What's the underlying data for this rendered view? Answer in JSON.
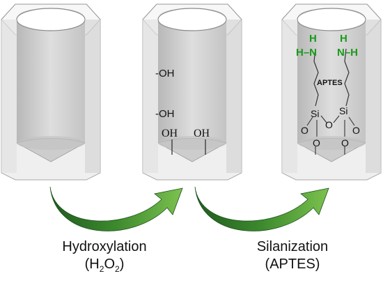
{
  "steps": [
    {
      "label": "Hydroxylation",
      "reagent_prefix": "(H",
      "reagent_sub1": "2",
      "reagent_mid": "O",
      "reagent_sub2": "2",
      "reagent_suffix": ")"
    },
    {
      "label": "Silanization",
      "reagent": "(APTES)"
    }
  ],
  "middle_tube": {
    "wall_group_1": "-OH",
    "wall_group_2": "-OH",
    "bottom_group_1": "OH",
    "bottom_group_2": "OH"
  },
  "right_tube": {
    "amine_h_top_1": "H",
    "amine_n_1": "H–N",
    "amine_h_top_2": "H",
    "amine_n_2": "N–H",
    "chain_label": "APTES",
    "si_1": "Si",
    "si_2": "Si",
    "o_bridge": "O",
    "o_1": "O",
    "o_2": "O",
    "o_3": "O",
    "o_4": "O"
  },
  "colors": {
    "tube_fill": "#dcdcdc",
    "tube_edge": "#9a9a9a",
    "tube_rim": "#f4f4f4",
    "arrow_dark": "#1f5c1f",
    "arrow_light": "#6fb04a",
    "amine_green": "#1a9a1a"
  },
  "icons": [
    "tube-untreated",
    "tube-hydroxylated",
    "tube-silanized",
    "curved-arrow-hydroxylation",
    "curved-arrow-silanization"
  ]
}
